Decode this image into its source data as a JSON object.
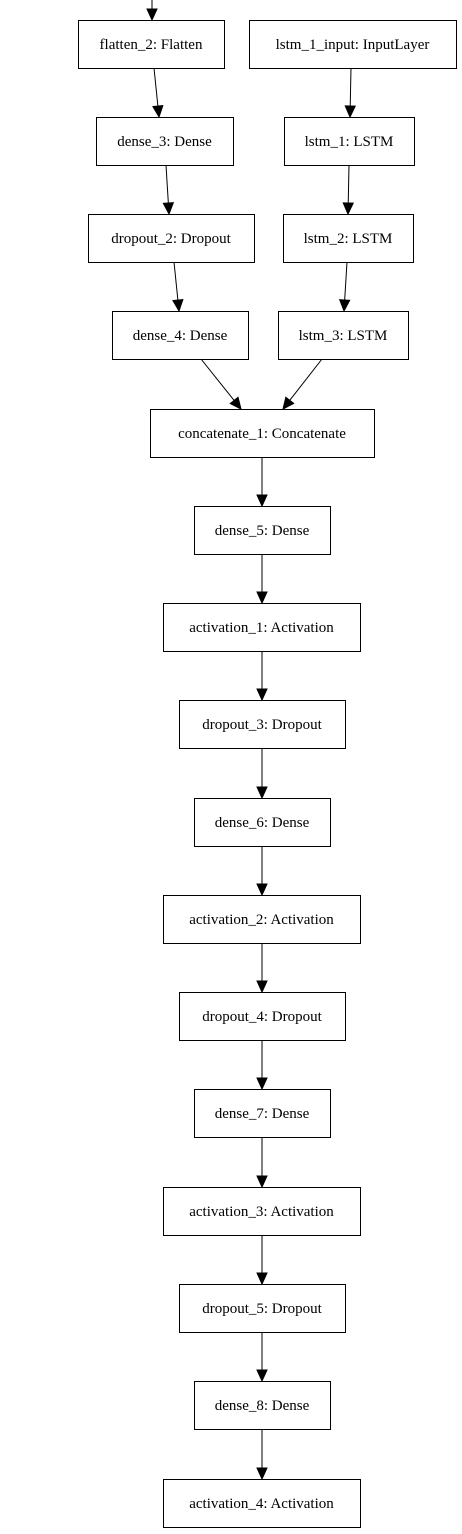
{
  "diagram": {
    "nodes": [
      {
        "id": "flatten_2",
        "label": "flatten_2: Flatten"
      },
      {
        "id": "lstm_1_input",
        "label": "lstm_1_input: InputLayer"
      },
      {
        "id": "dense_3",
        "label": "dense_3: Dense"
      },
      {
        "id": "lstm_1",
        "label": "lstm_1: LSTM"
      },
      {
        "id": "dropout_2",
        "label": "dropout_2: Dropout"
      },
      {
        "id": "lstm_2",
        "label": "lstm_2: LSTM"
      },
      {
        "id": "dense_4",
        "label": "dense_4: Dense"
      },
      {
        "id": "lstm_3",
        "label": "lstm_3: LSTM"
      },
      {
        "id": "concatenate_1",
        "label": "concatenate_1: Concatenate"
      },
      {
        "id": "dense_5",
        "label": "dense_5: Dense"
      },
      {
        "id": "activation_1",
        "label": "activation_1: Activation"
      },
      {
        "id": "dropout_3",
        "label": "dropout_3: Dropout"
      },
      {
        "id": "dense_6",
        "label": "dense_6: Dense"
      },
      {
        "id": "activation_2",
        "label": "activation_2: Activation"
      },
      {
        "id": "dropout_4",
        "label": "dropout_4: Dropout"
      },
      {
        "id": "dense_7",
        "label": "dense_7: Dense"
      },
      {
        "id": "activation_3",
        "label": "activation_3: Activation"
      },
      {
        "id": "dropout_5",
        "label": "dropout_5: Dropout"
      },
      {
        "id": "dense_8",
        "label": "dense_8: Dense"
      },
      {
        "id": "activation_4",
        "label": "activation_4: Activation"
      }
    ],
    "edges": [
      {
        "from": "flatten_2",
        "to": "dense_3"
      },
      {
        "from": "dense_3",
        "to": "dropout_2"
      },
      {
        "from": "dropout_2",
        "to": "dense_4"
      },
      {
        "from": "dense_4",
        "to": "concatenate_1"
      },
      {
        "from": "lstm_1_input",
        "to": "lstm_1"
      },
      {
        "from": "lstm_1",
        "to": "lstm_2"
      },
      {
        "from": "lstm_2",
        "to": "lstm_3"
      },
      {
        "from": "lstm_3",
        "to": "concatenate_1"
      },
      {
        "from": "concatenate_1",
        "to": "dense_5"
      },
      {
        "from": "dense_5",
        "to": "activation_1"
      },
      {
        "from": "activation_1",
        "to": "dropout_3"
      },
      {
        "from": "dropout_3",
        "to": "dense_6"
      },
      {
        "from": "dense_6",
        "to": "activation_2"
      },
      {
        "from": "activation_2",
        "to": "dropout_4"
      },
      {
        "from": "dropout_4",
        "to": "dense_7"
      },
      {
        "from": "dense_7",
        "to": "activation_3"
      },
      {
        "from": "activation_3",
        "to": "dropout_5"
      },
      {
        "from": "dropout_5",
        "to": "dense_8"
      },
      {
        "from": "dense_8",
        "to": "activation_4"
      }
    ],
    "incoming": [
      "flatten_2"
    ]
  }
}
